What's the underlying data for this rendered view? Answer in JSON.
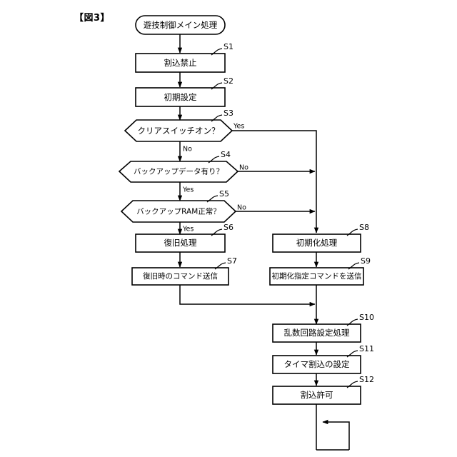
{
  "figure": {
    "label": "【図3】"
  },
  "flow": {
    "start": {
      "id": "start",
      "text": "遊技制御メイン処理",
      "shape": "terminator"
    },
    "nodes": [
      {
        "id": "S1",
        "step": "S1",
        "text": "割込禁止",
        "shape": "process"
      },
      {
        "id": "S2",
        "step": "S2",
        "text": "初期設定",
        "shape": "process"
      },
      {
        "id": "S3",
        "step": "S3",
        "text": "クリアスイッチオン？",
        "shape": "decision"
      },
      {
        "id": "S4",
        "step": "S4",
        "text": "バックアップデータ有り？",
        "shape": "decision"
      },
      {
        "id": "S5",
        "step": "S5",
        "text": "バックアップRAM正常？",
        "shape": "decision"
      },
      {
        "id": "S6",
        "step": "S6",
        "text": "復旧処理",
        "shape": "process"
      },
      {
        "id": "S7",
        "step": "S7",
        "text": "復旧時のコマンド送信",
        "shape": "process"
      },
      {
        "id": "S8",
        "step": "S8",
        "text": "初期化処理",
        "shape": "process"
      },
      {
        "id": "S9",
        "step": "S9",
        "text": "初期化指定コマンドを送信",
        "shape": "process"
      },
      {
        "id": "S10",
        "step": "S10",
        "text": "乱数回路設定処理",
        "shape": "process"
      },
      {
        "id": "S11",
        "step": "S11",
        "text": "タイマ割込の設定",
        "shape": "process"
      },
      {
        "id": "S12",
        "step": "S12",
        "text": "割込許可",
        "shape": "process"
      }
    ],
    "branch_labels": {
      "s3_yes": "Yes",
      "s3_no": "No",
      "s4_yes": "Yes",
      "s4_no": "No",
      "s5_yes": "Yes",
      "s5_no": "No"
    }
  },
  "colors": {
    "stroke": "#000000",
    "fill": "#ffffff",
    "background": "#ffffff"
  }
}
